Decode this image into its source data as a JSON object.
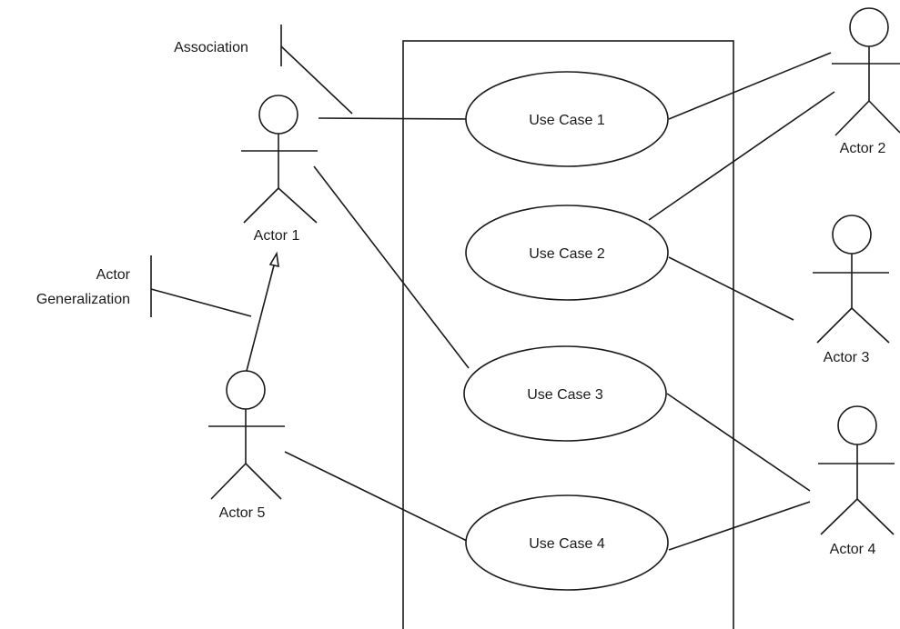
{
  "use_cases": [
    {
      "id": "uc1",
      "label": "Use Case 1"
    },
    {
      "id": "uc2",
      "label": "Use Case 2"
    },
    {
      "id": "uc3",
      "label": "Use Case 3"
    },
    {
      "id": "uc4",
      "label": "Use Case 4"
    }
  ],
  "actors": [
    {
      "id": "a1",
      "label": "Actor 1"
    },
    {
      "id": "a2",
      "label": "Actor 2"
    },
    {
      "id": "a3",
      "label": "Actor 3"
    },
    {
      "id": "a4",
      "label": "Actor 4"
    },
    {
      "id": "a5",
      "label": "Actor 5"
    }
  ],
  "associations": [
    {
      "from": "a1",
      "to": "uc1"
    },
    {
      "from": "a1",
      "to": "uc3"
    },
    {
      "from": "a2",
      "to": "uc1"
    },
    {
      "from": "a2",
      "to": "uc2"
    },
    {
      "from": "a3",
      "to": "uc2"
    },
    {
      "from": "a4",
      "to": "uc3"
    },
    {
      "from": "a4",
      "to": "uc4"
    },
    {
      "from": "a5",
      "to": "uc4"
    }
  ],
  "generalizations": [
    {
      "child": "a5",
      "parent": "a1"
    }
  ],
  "annotations": {
    "association": "Association",
    "actor_generalization_line1": "Actor",
    "actor_generalization_line2": "Generalization"
  },
  "colors": {
    "stroke": "#1a1a1a",
    "background": "#ffffff"
  }
}
